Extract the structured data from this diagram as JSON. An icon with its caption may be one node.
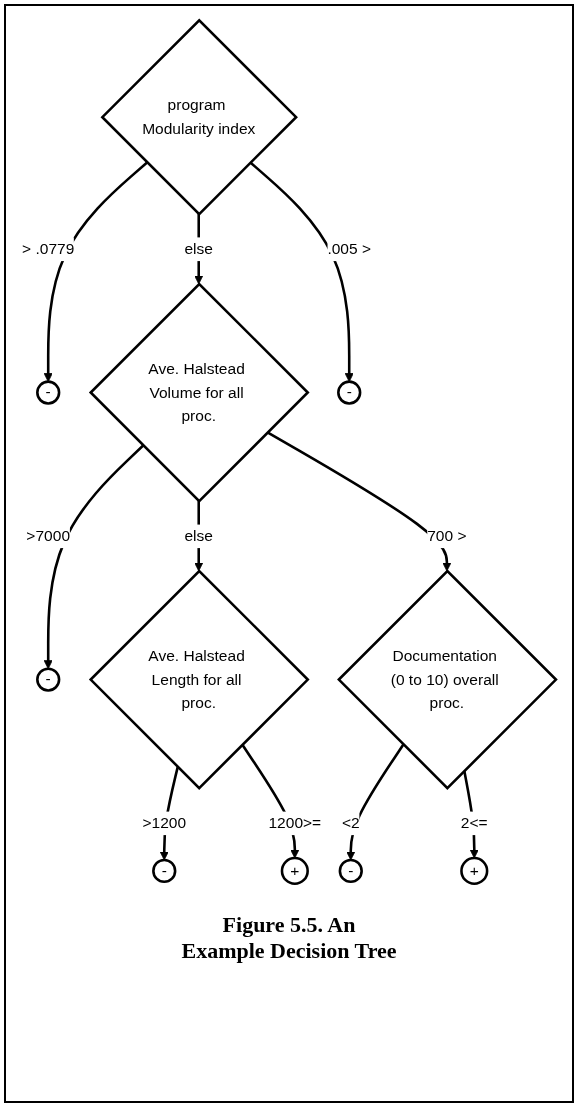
{
  "diagram": {
    "caption": "Figure 5.5. An Example Decision Tree",
    "nodes": [
      {
        "text": [
          "program Modularity index"
        ]
      },
      {
        "text": [
          "-"
        ]
      },
      {
        "text": [
          "Ave. Halstead Volume for all proc."
        ]
      },
      {
        "text": [
          "-"
        ]
      },
      {
        "text": [
          "-"
        ]
      },
      {
        "text": [
          "Ave. Halstead Length for all proc."
        ]
      },
      {
        "text": [
          "Documentation (0 to 10) overall proc."
        ]
      },
      {
        "text": [
          "-"
        ]
      },
      {
        "text": [
          "+"
        ]
      },
      {
        "text": [
          "-"
        ]
      },
      {
        "text": [
          "+"
        ]
      }
    ],
    "edges": [
      {
        "from": 0,
        "to": 1,
        "arrow": "to",
        "label": "> .0779"
      },
      {
        "from": 0,
        "to": 2,
        "arrow": "to",
        "label": "else"
      },
      {
        "from": 0,
        "to": 3,
        "arrow": "to",
        "label": ".005 >"
      },
      {
        "from": 2,
        "to": 4,
        "arrow": "to",
        "label": ">7000"
      },
      {
        "from": 2,
        "to": 5,
        "arrow": "to",
        "label": "else"
      },
      {
        "from": 2,
        "to": 6,
        "arrow": "to",
        "label": "700 >"
      },
      {
        "from": 5,
        "to": 7,
        "arrow": "to",
        "label": ">1200"
      },
      {
        "from": 5,
        "to": 8,
        "arrow": "to",
        "label": "1200>="
      },
      {
        "from": 6,
        "to": 9,
        "arrow": "to",
        "label": "<2"
      },
      {
        "from": 6,
        "to": 10,
        "arrow": "to",
        "label": "2<="
      }
    ]
  }
}
